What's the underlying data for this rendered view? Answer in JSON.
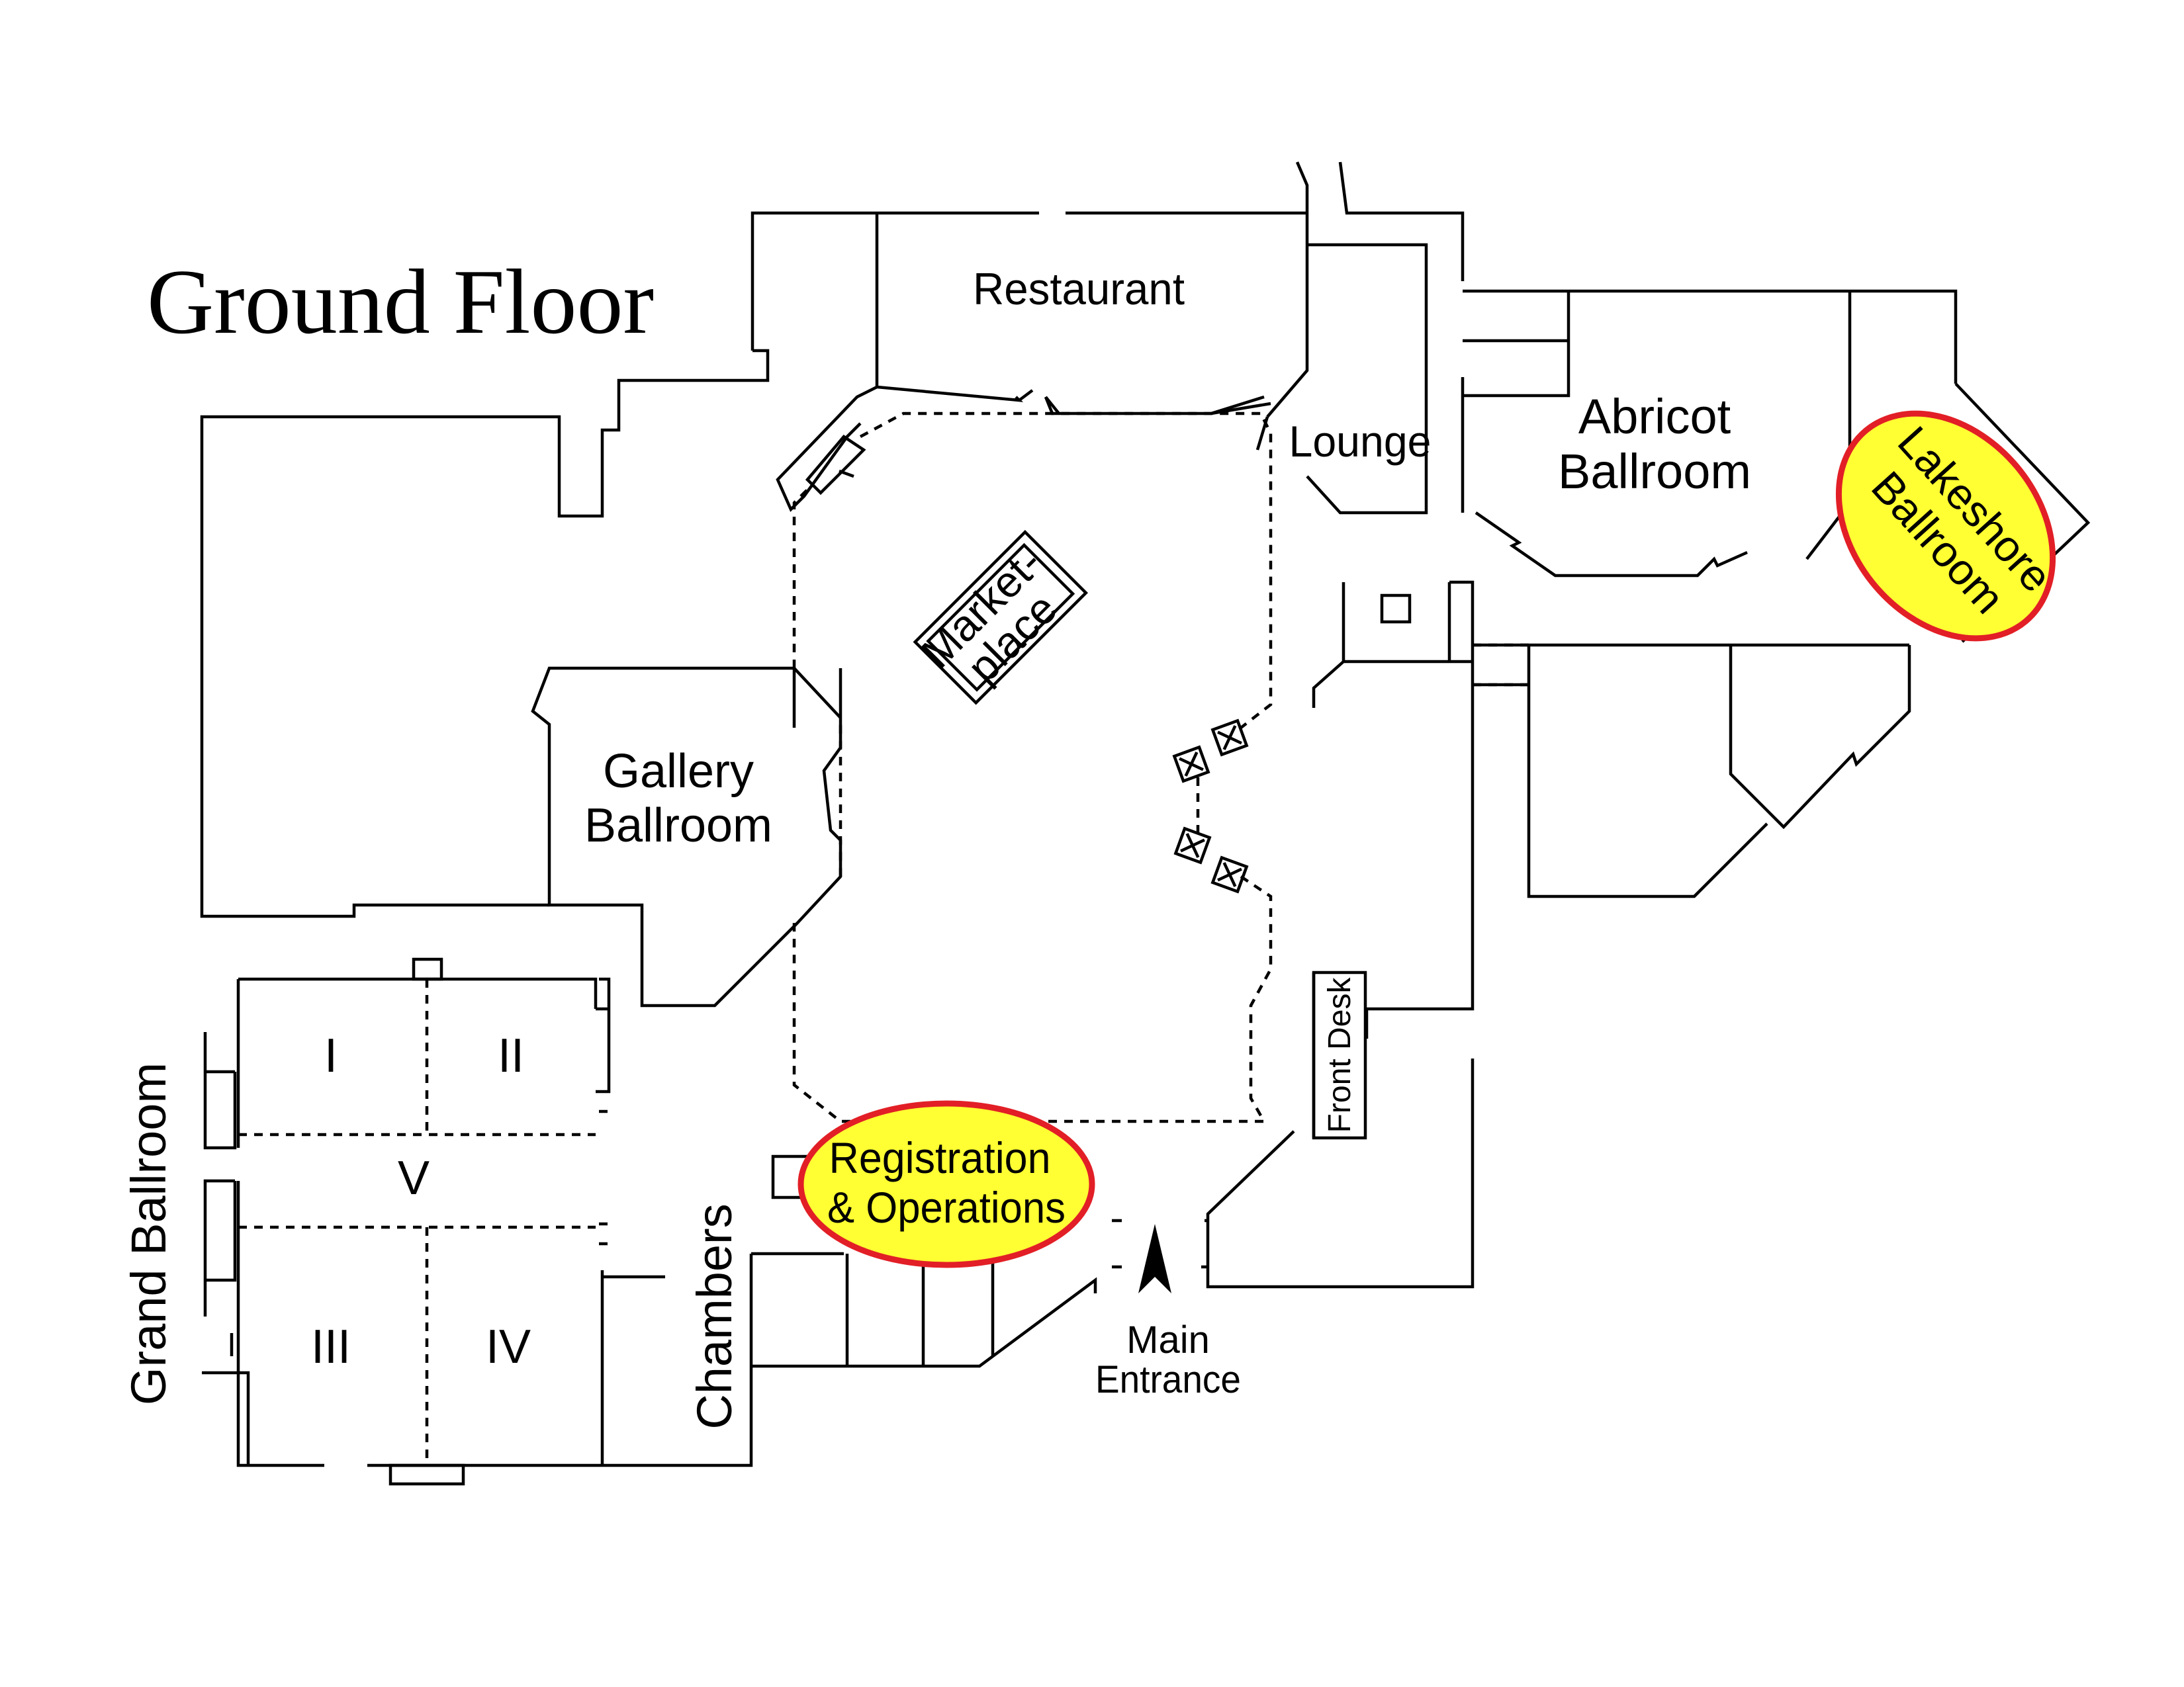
{
  "title": "Ground Floor",
  "rooms": {
    "restaurant": "Restaurant",
    "lounge": "Lounge",
    "abricot_line1": "Abricot",
    "abricot_line2": "Ballroom",
    "lakeshore_line1": "Lakeshore",
    "lakeshore_line2": "Ballroom",
    "marketplace_line1": "Market-",
    "marketplace_line2": "place",
    "gallery_line1": "Gallery",
    "gallery_line2": "Ballroom",
    "grand_ballroom": "Grand Ballroom",
    "section_1": "I",
    "section_2": "II",
    "section_3": "III",
    "section_4": "IV",
    "section_5": "V",
    "chambers": "Chambers",
    "front_desk": "Front Desk",
    "registration_line1": "Registration",
    "registration_line2": "& Operations",
    "main_entrance_line1": "Main",
    "main_entrance_line2": "Entrance"
  },
  "highlights": {
    "fill_color": "#ffff33",
    "outline_color": "#e21f26",
    "locations": [
      "Lakeshore Ballroom",
      "Registration & Operations"
    ]
  },
  "icons": {
    "north": "north-arrow-icon"
  }
}
